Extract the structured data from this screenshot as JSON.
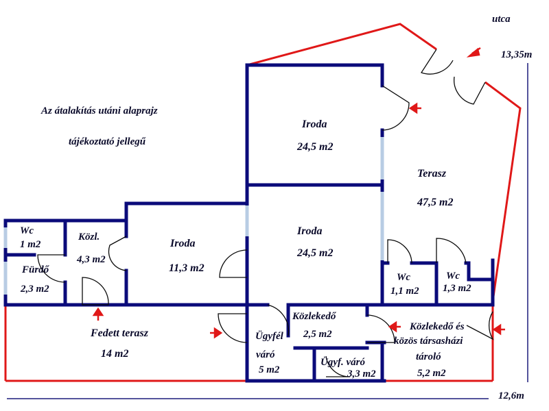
{
  "notes": {
    "title": "Az átalakítás utáni alaprajz",
    "subtitle": "tájékoztató jellegű"
  },
  "street": {
    "label": "utca"
  },
  "dimensions": {
    "right": "13,35m",
    "bottom": "12,6m"
  },
  "rooms": {
    "office_top": {
      "name": "Iroda",
      "area": "24,5 m2"
    },
    "office_middle": {
      "name": "Iroda",
      "area": "24,5 m2"
    },
    "office_left": {
      "name": "Iroda",
      "area": "11,3 m2"
    },
    "terrace": {
      "name": "Terasz",
      "area": "47,5 m2"
    },
    "wc_left": {
      "name": "Wc",
      "area": "1 m2"
    },
    "bathroom": {
      "name": "Fürdő",
      "area": "2,3 m2"
    },
    "corridor_small": {
      "name": "Közl.",
      "area": "4,3 m2"
    },
    "wc_1": {
      "name": "Wc",
      "area": "1,1 m2"
    },
    "wc_2": {
      "name": "Wc",
      "area": "1,3 m2"
    },
    "covered_terrace": {
      "name": "Fedett terasz",
      "area": "14 m2"
    },
    "corridor": {
      "name": "Közlekedő",
      "area": "2,5 m2"
    },
    "client_waiting": {
      "name_1": "Ügyfél",
      "name_2": "váró",
      "area": "5 m2"
    },
    "client_waiting_2": {
      "name": "Ügyf. váró",
      "area": "3,3 m2"
    },
    "shared_storage": {
      "name_1": "Közlekedő és",
      "name_2": "közös társasházi",
      "name_3": "tároló",
      "area": "5,2 m2"
    }
  },
  "colors": {
    "wall": "#0b0b7a",
    "boundary": "#e01818",
    "window": "#b8cce4",
    "dimension_line": "#1a1a7a",
    "arrow": "#e01818"
  }
}
